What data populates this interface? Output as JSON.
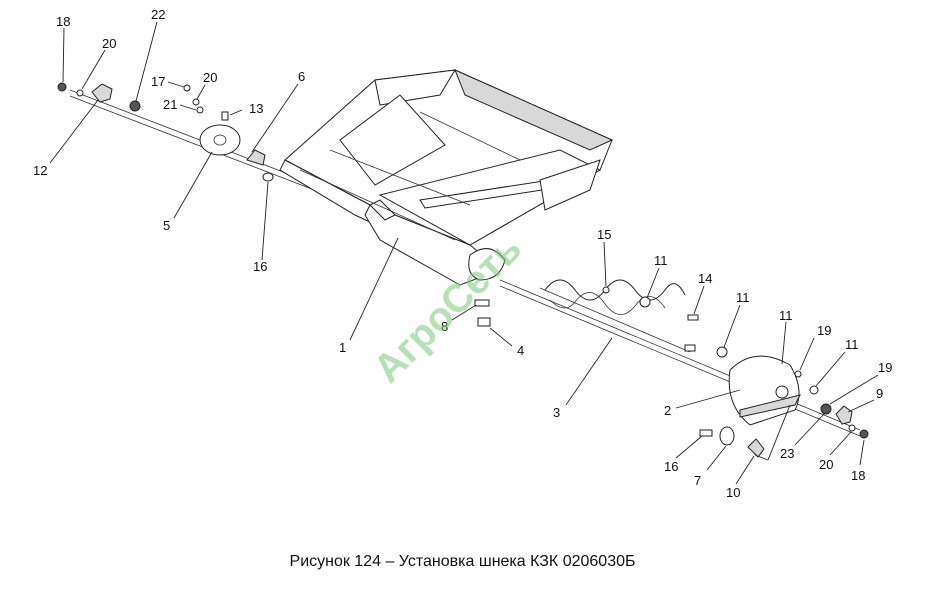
{
  "caption": "Рисунок 124 – Установка шнека КЗК 0206030Б",
  "watermark": "АгроСеть",
  "callouts": {
    "c18a": "18",
    "c20a": "20",
    "c22": "22",
    "c12": "12",
    "c17": "17",
    "c20b": "20",
    "c21": "21",
    "c13": "13",
    "c5": "5",
    "c6": "6",
    "c16a": "16",
    "c1": "1",
    "c15": "15",
    "c8": "8",
    "c4": "4",
    "c3": "3",
    "c11a": "11",
    "c14": "14",
    "c11b": "11",
    "c11c": "11",
    "c19a": "19",
    "c11d": "11",
    "c19b": "19",
    "c9": "9",
    "c2": "2",
    "c23": "23",
    "c20c": "20",
    "c18b": "18",
    "c16b": "16",
    "c7": "7",
    "c10": "10"
  }
}
